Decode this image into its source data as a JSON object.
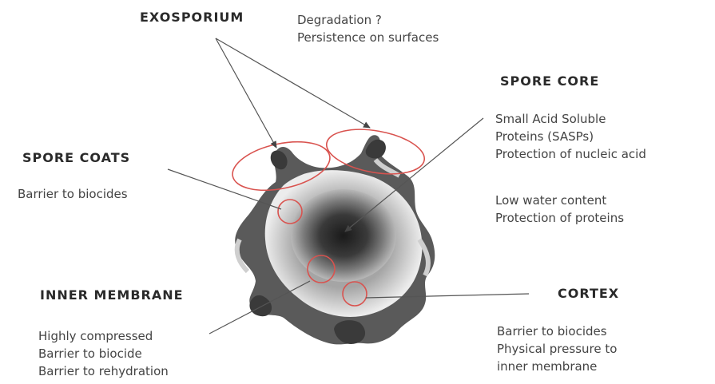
{
  "exosporium": {
    "title": "EXOSPORIUM",
    "lines": [
      "Degradation ?",
      "Persistence on surfaces"
    ]
  },
  "spore_core": {
    "title": "SPORE CORE",
    "lines": [
      "Small Acid Soluble",
      "Proteins (SASPs)",
      "Protection of nucleic acid"
    ],
    "lines2": [
      "Low water content",
      "Protection of proteins"
    ]
  },
  "spore_coats": {
    "title": "SPORE COATS",
    "lines": [
      "Barrier to biocides"
    ]
  },
  "inner_membrane": {
    "title": "INNER MEMBRANE",
    "lines": [
      "Highly compressed",
      "Barrier to biocide",
      "Barrier to rehydration"
    ]
  },
  "cortex": {
    "title": "CORTEX",
    "lines": [
      "Barrier to biocides",
      "Physical pressure to",
      "inner membrane"
    ]
  },
  "colors": {
    "text": "#444444",
    "highlight_circles": "#d9534f",
    "leader_lines": "#555555"
  }
}
